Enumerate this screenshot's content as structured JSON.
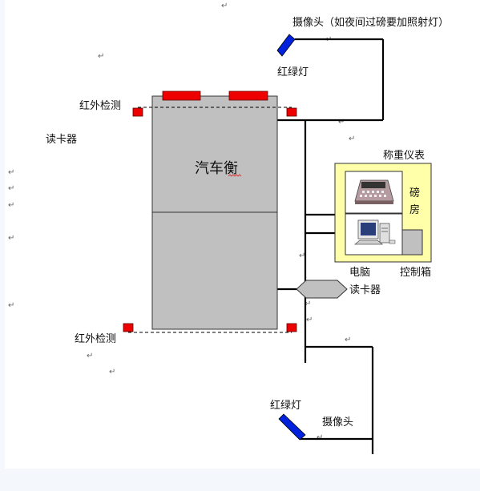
{
  "labels": {
    "camera_top": "摄像头（如夜间过磅要加照射灯）",
    "light_top": "红绿灯",
    "ir_top": "红外检测",
    "card_reader_left": "读卡器",
    "scale": "汽车衡",
    "indicator": "称重仪表",
    "room_line1": "磅",
    "room_line2": "房",
    "computer": "电脑",
    "control_box": "控制箱",
    "card_reader_right": "读卡器",
    "ir_bottom": "红外检测",
    "light_bottom": "红绿灯",
    "camera_bottom": "摄像头"
  },
  "colors": {
    "page_bg": "#f4f8fc",
    "canvas_bg": "#ffffff",
    "scale_fill": "#c0c0c0",
    "ir_red": "#ee0000",
    "light_blue": "#0022dd",
    "room_fill": "#ffffaa",
    "reader_fill": "#c0c0c0",
    "control_fill": "#c0c0c0",
    "wire": "#000000"
  }
}
